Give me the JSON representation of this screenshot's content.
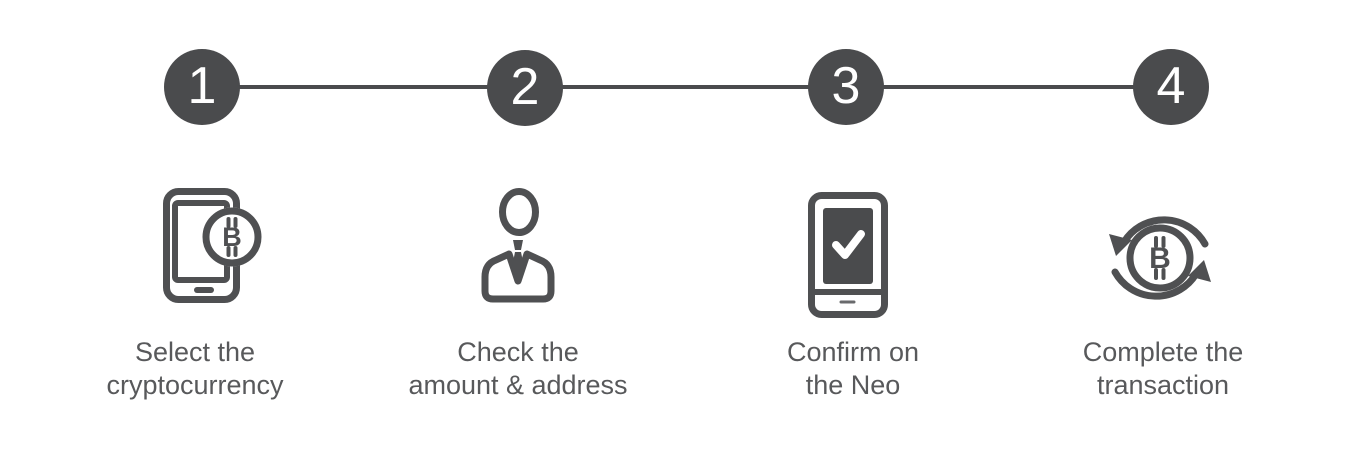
{
  "colors": {
    "step_circle": "#4a4b4d",
    "connector_line": "#4a4b4d",
    "icon_stroke": "#4f5052",
    "label_text": "#58595b",
    "step_number": "#ffffff",
    "check_screen_fill": "#4a4b4d",
    "checkmark": "#ffffff"
  },
  "stepper": {
    "bitcoin_symbol": "B",
    "steps": [
      {
        "number": "1",
        "icon": "phone-bitcoin-icon",
        "label_line1": "Select the",
        "label_line2": "cryptocurrency"
      },
      {
        "number": "2",
        "icon": "person-icon",
        "label_line1": "Check the",
        "label_line2": "amount & address"
      },
      {
        "number": "3",
        "icon": "device-check-icon",
        "label_line1": "Confirm on",
        "label_line2": "the Neo"
      },
      {
        "number": "4",
        "icon": "bitcoin-refresh-icon",
        "label_line1": "Complete the",
        "label_line2": "transaction"
      }
    ]
  }
}
